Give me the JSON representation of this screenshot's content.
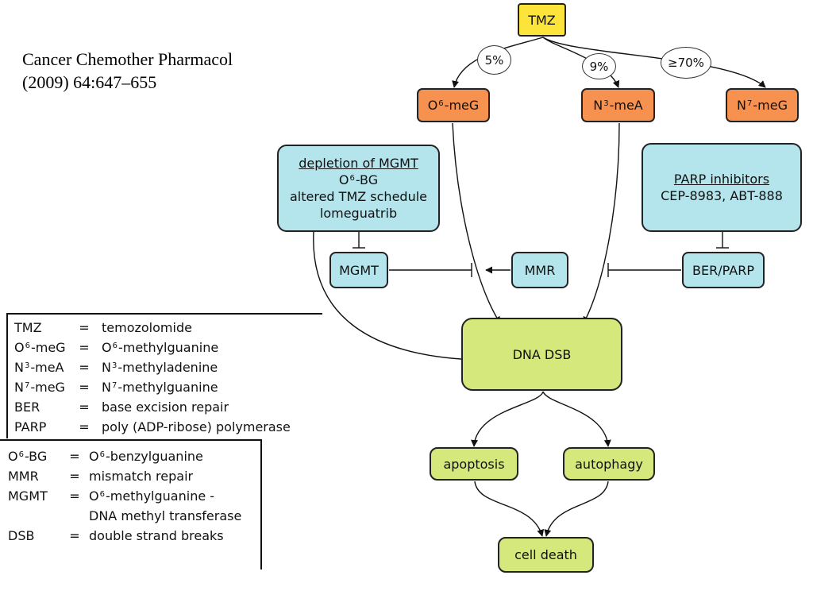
{
  "citation": {
    "line1": "Cancer Chemother Pharmacol",
    "line2": "(2009) 64:647–655"
  },
  "nodes": {
    "tmz": "TMZ",
    "o6meg": {
      "pre": "O",
      "sup": "6",
      "post": "-meG"
    },
    "n3mea": {
      "pre": "N",
      "sup": "3",
      "post": "-meA"
    },
    "n7meg": {
      "pre": "N",
      "sup": "7",
      "post": "-meG"
    },
    "depletion": {
      "title": "depletion of MGMT",
      "line2": {
        "pre": "O",
        "sup": "6",
        "post": "-BG"
      },
      "line3": "altered TMZ schedule",
      "line4": "lomeguatrib"
    },
    "parp_inhibitors": {
      "title": "PARP inhibitors",
      "line2": "CEP-8983, ABT-888"
    },
    "mgmt": "MGMT",
    "mmr": "MMR",
    "ber_parp": "BER/PARP",
    "dna_dsb": "DNA DSB",
    "apoptosis": "apoptosis",
    "autophagy": "autophagy",
    "cell_death": "cell death"
  },
  "percentages": {
    "o6meg": "5%",
    "n3mea": "9%",
    "n7meg": "≥70%"
  },
  "legend_top": [
    {
      "abbr": {
        "pre": "TMZ"
      },
      "eq": "=",
      "def": {
        "pre": "temozolomide"
      }
    },
    {
      "abbr": {
        "pre": "O",
        "sup": "6",
        "post": "-meG"
      },
      "eq": "=",
      "def": {
        "pre": "O",
        "sup": "6",
        "post": "-methylguanine"
      }
    },
    {
      "abbr": {
        "pre": "N",
        "sup": "3",
        "post": "-meA"
      },
      "eq": "=",
      "def": {
        "pre": "N",
        "sup": "3",
        "post": "-methyladenine"
      }
    },
    {
      "abbr": {
        "pre": "N",
        "sup": "7",
        "post": "-meG"
      },
      "eq": "=",
      "def": {
        "pre": "N",
        "sup": "7",
        "post": "-methylguanine"
      }
    },
    {
      "abbr": {
        "pre": "BER"
      },
      "eq": "=",
      "def": {
        "pre": "base excision repair"
      }
    },
    {
      "abbr": {
        "pre": "PARP"
      },
      "eq": "=",
      "def": {
        "pre": "poly (ADP-ribose) polymerase"
      }
    }
  ],
  "legend_bottom": [
    {
      "abbr": {
        "pre": "O",
        "sup": "6",
        "post": "-BG"
      },
      "eq": "=",
      "def": {
        "pre": "O",
        "sup": "6",
        "post": "-benzylguanine"
      }
    },
    {
      "abbr": {
        "pre": "MMR"
      },
      "eq": "=",
      "def": {
        "pre": "mismatch repair"
      }
    },
    {
      "abbr": {
        "pre": "MGMT"
      },
      "eq": "=",
      "def": {
        "pre": "O",
        "sup": "6",
        "post": "-methylguanine -"
      }
    },
    {
      "abbr": {
        "pre": ""
      },
      "eq": "",
      "def": {
        "pre": "DNA methyl transferase"
      }
    },
    {
      "abbr": {
        "pre": "DSB"
      },
      "eq": "=",
      "def": {
        "pre": "double strand breaks"
      }
    }
  ],
  "colors": {
    "tmz": "#fce43a",
    "adducts": "#f6914f",
    "modulators": "#b4e4ec",
    "outcomes": "#d4e87c"
  }
}
